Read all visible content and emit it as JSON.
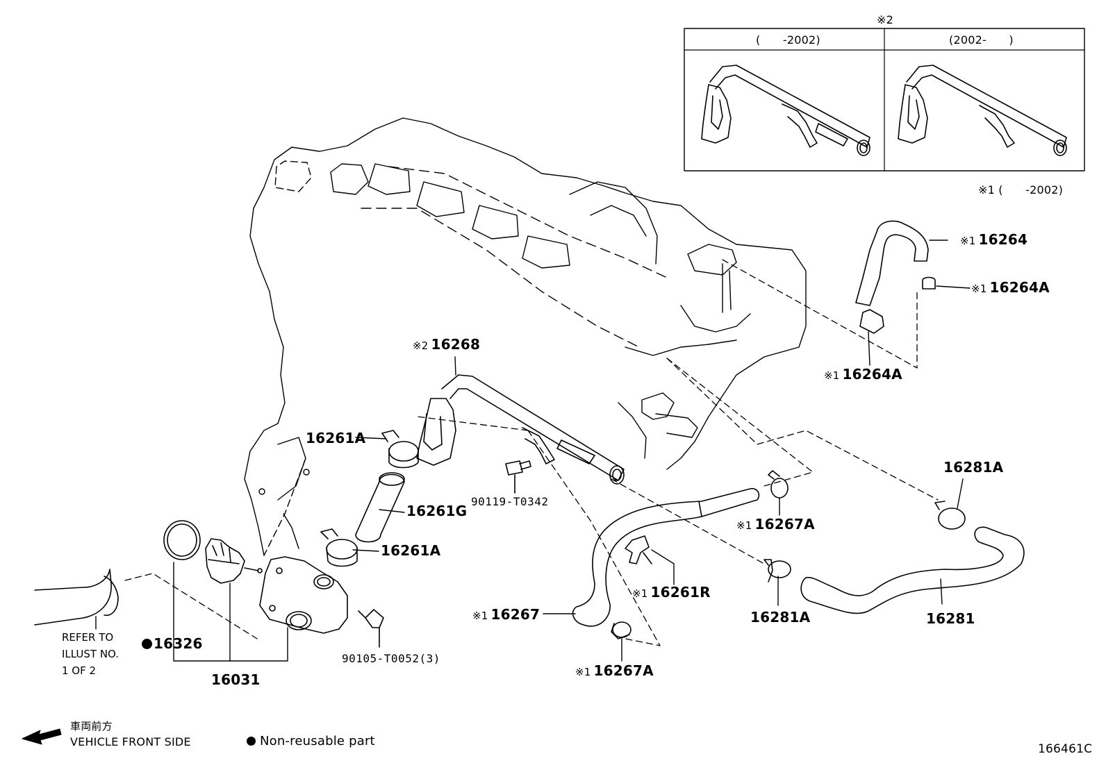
{
  "inset": {
    "header_mark": "※2",
    "col_left": "(　　-2002)",
    "col_right": "(2002-　　)"
  },
  "note_x1": "※1 (　　-2002)",
  "marks": {
    "x1": "※1",
    "x2": "※2"
  },
  "parts": {
    "p16264": "16264",
    "p16264A": "16264A",
    "p16268": "16268",
    "p16261A": "16261A",
    "p16261G": "16261G",
    "p90119": "90119-T0342",
    "p16281A": "16281A",
    "p16267A": "16267A",
    "p16261R": "16261R",
    "p16267": "16267",
    "p16281": "16281",
    "p16326": "16326",
    "p16031": "16031",
    "p90105": "90105-T0052(3)"
  },
  "refer": {
    "line1": "REFER TO",
    "line2": "ILLUST NO.",
    "line3": "1 OF 2"
  },
  "legend": {
    "front_jp": "車両前方",
    "front_en": "VEHICLE FRONT SIDE",
    "nonreusable": "Non-reusable part"
  },
  "figure_id": "166461C"
}
